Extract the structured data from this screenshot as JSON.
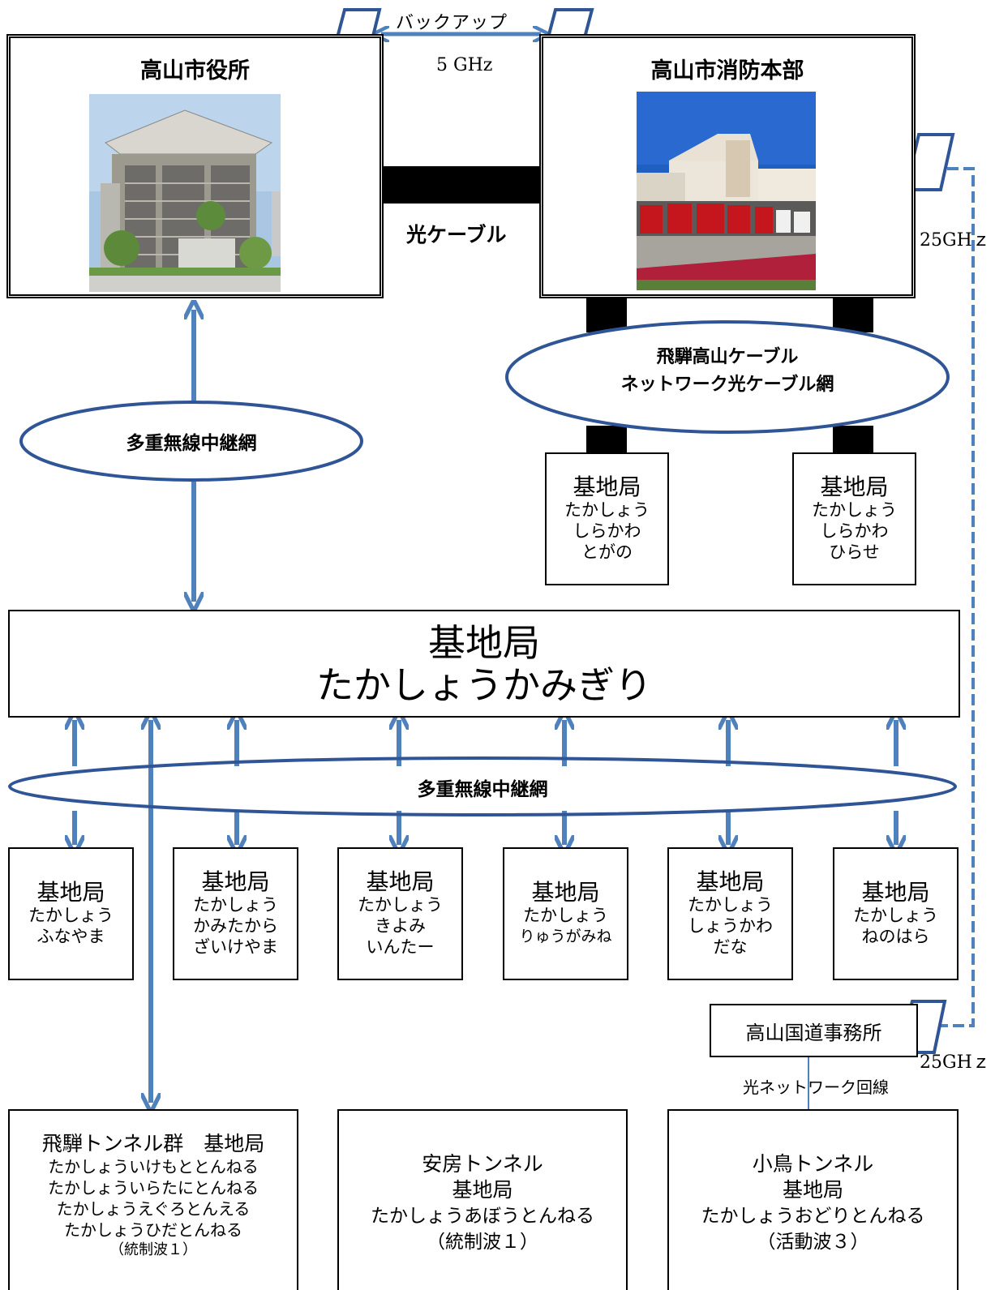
{
  "headquarters": {
    "city_hall": {
      "title": "高山市役所"
    },
    "fire_hq": {
      "title": "高山市消防本部"
    }
  },
  "links": {
    "backup_label": "バックアップ",
    "backup_freq": "5 GHz",
    "fiber_label": "光ケーブル",
    "freq_25_top": "25GHｚ",
    "freq_25_bottom": "25GHｚ",
    "optical_network_line": "光ネットワーク回線"
  },
  "networks": {
    "hida_cable_line1": "飛騨高山ケーブル",
    "hida_cable_line2": "ネットワーク光ケーブル網",
    "multiplex_upper": "多重無線中継網",
    "multiplex_lower": "多重無線中継網"
  },
  "main_station": {
    "line1": "基地局",
    "line2": "たかしょうかみぎり"
  },
  "fire_stations": [
    {
      "title": "基地局",
      "lines": [
        "たかしょう",
        "しらかわ",
        "とがの"
      ]
    },
    {
      "title": "基地局",
      "lines": [
        "たかしょう",
        "しらかわ",
        "ひらせ"
      ]
    }
  ],
  "relay_stations": [
    {
      "title": "基地局",
      "lines": [
        "たかしょう",
        "ふなやま"
      ]
    },
    {
      "title": "基地局",
      "lines": [
        "たかしょう",
        "かみたから",
        "ざいけやま"
      ]
    },
    {
      "title": "基地局",
      "lines": [
        "たかしょう",
        "きよみ",
        "いんたー"
      ]
    },
    {
      "title": "基地局",
      "lines": [
        "たかしょう",
        "りゅうがみね"
      ]
    },
    {
      "title": "基地局",
      "lines": [
        "たかしょう",
        "しょうかわ",
        "だな"
      ]
    },
    {
      "title": "基地局",
      "lines": [
        "たかしょう",
        "ねのはら"
      ]
    }
  ],
  "road_office": {
    "title": "高山国道事務所"
  },
  "tunnels": [
    {
      "title": "飛騨トンネル群　基地局",
      "lines": [
        "たかしょういけもととんねる",
        "たかしょういらたにとんねる",
        "たかしょうえぐろとんえる",
        "たかしょうひだとんねる",
        "（統制波１）"
      ]
    },
    {
      "title": "安房トンネル",
      "lines": [
        "基地局",
        "たかしょうあぼうとんねる",
        "（統制波１）"
      ]
    },
    {
      "title": "小鳥トンネル",
      "lines": [
        "基地局",
        "たかしょうおどりとんねる",
        "（活動波３）"
      ]
    }
  ],
  "colors": {
    "arrow": "#4f81bd",
    "antenna_stroke": "#2f5597",
    "ellipse_stroke": "#2f5597"
  }
}
